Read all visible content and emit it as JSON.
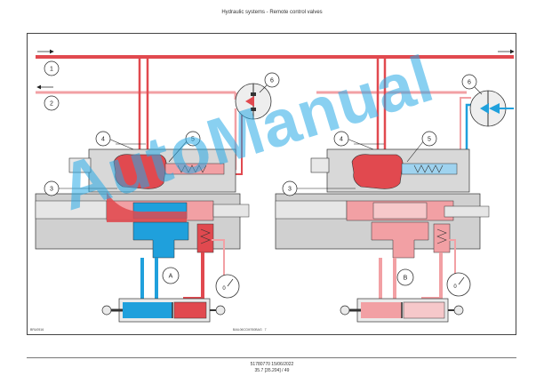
{
  "header": {
    "title": "Hydraulic systems - Remote control valves"
  },
  "diagram": {
    "callouts": [
      "1",
      "2",
      "3",
      "4",
      "5",
      "6"
    ],
    "section_labels": [
      "A",
      "B"
    ],
    "gauge_labels": [
      "0",
      "0"
    ],
    "figure_code": "BRU0516",
    "figure_caption": "BAIL06CCM760BAG",
    "figure_number": "7"
  },
  "watermark": "AutoManual",
  "colors": {
    "pressure": "#e1494f",
    "pressure_light": "#f2a0a4",
    "return": "#1fa0dc",
    "housing": "#d8d8d8",
    "outline": "#333333"
  },
  "footer": {
    "doc_ref": "51780770 15/06/2022",
    "page_ref": "35.7 [35.204] / 49"
  }
}
